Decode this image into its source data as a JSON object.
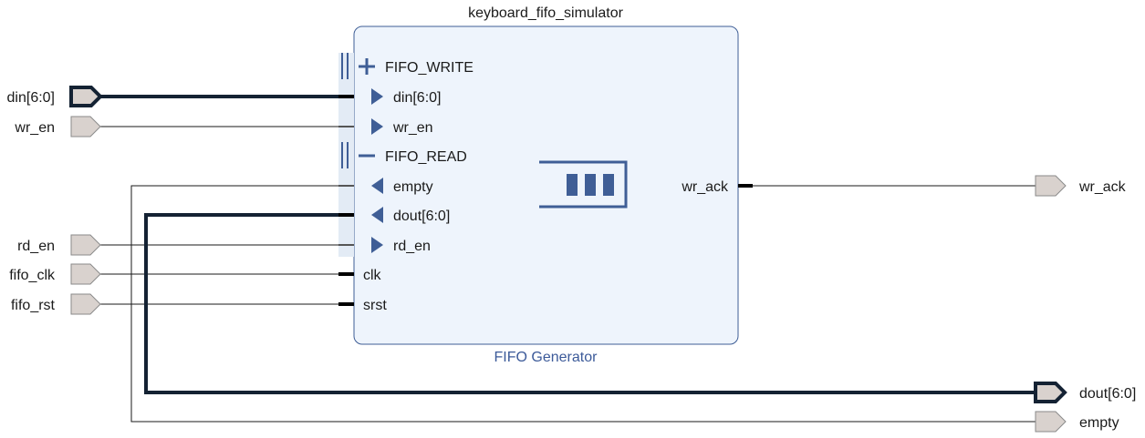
{
  "block": {
    "instance_name": "keyboard_fifo_simulator",
    "ip_name": "FIFO Generator",
    "colors": {
      "fill": "#eef4fc",
      "border": "#3f5e96",
      "accent": "#3f5e96"
    }
  },
  "interfaces": {
    "write": {
      "label": "FIFO_WRITE",
      "toggle_icon": "plus-icon"
    },
    "read": {
      "label": "FIFO_READ",
      "toggle_icon": "minus-icon"
    }
  },
  "pins": {
    "din": "din[6:0]",
    "wr_en": "wr_en",
    "empty": "empty",
    "dout": "dout[6:0]",
    "rd_en": "rd_en",
    "clk": "clk",
    "srst": "srst",
    "wr_ack": "wr_ack"
  },
  "ports": {
    "inputs": {
      "din": "din[6:0]",
      "wr_en": "wr_en",
      "rd_en": "rd_en",
      "fifo_clk": "fifo_clk",
      "fifo_rst": "fifo_rst"
    },
    "outputs": {
      "wr_ack": "wr_ack",
      "dout": "dout[6:0]",
      "empty": "empty"
    }
  }
}
